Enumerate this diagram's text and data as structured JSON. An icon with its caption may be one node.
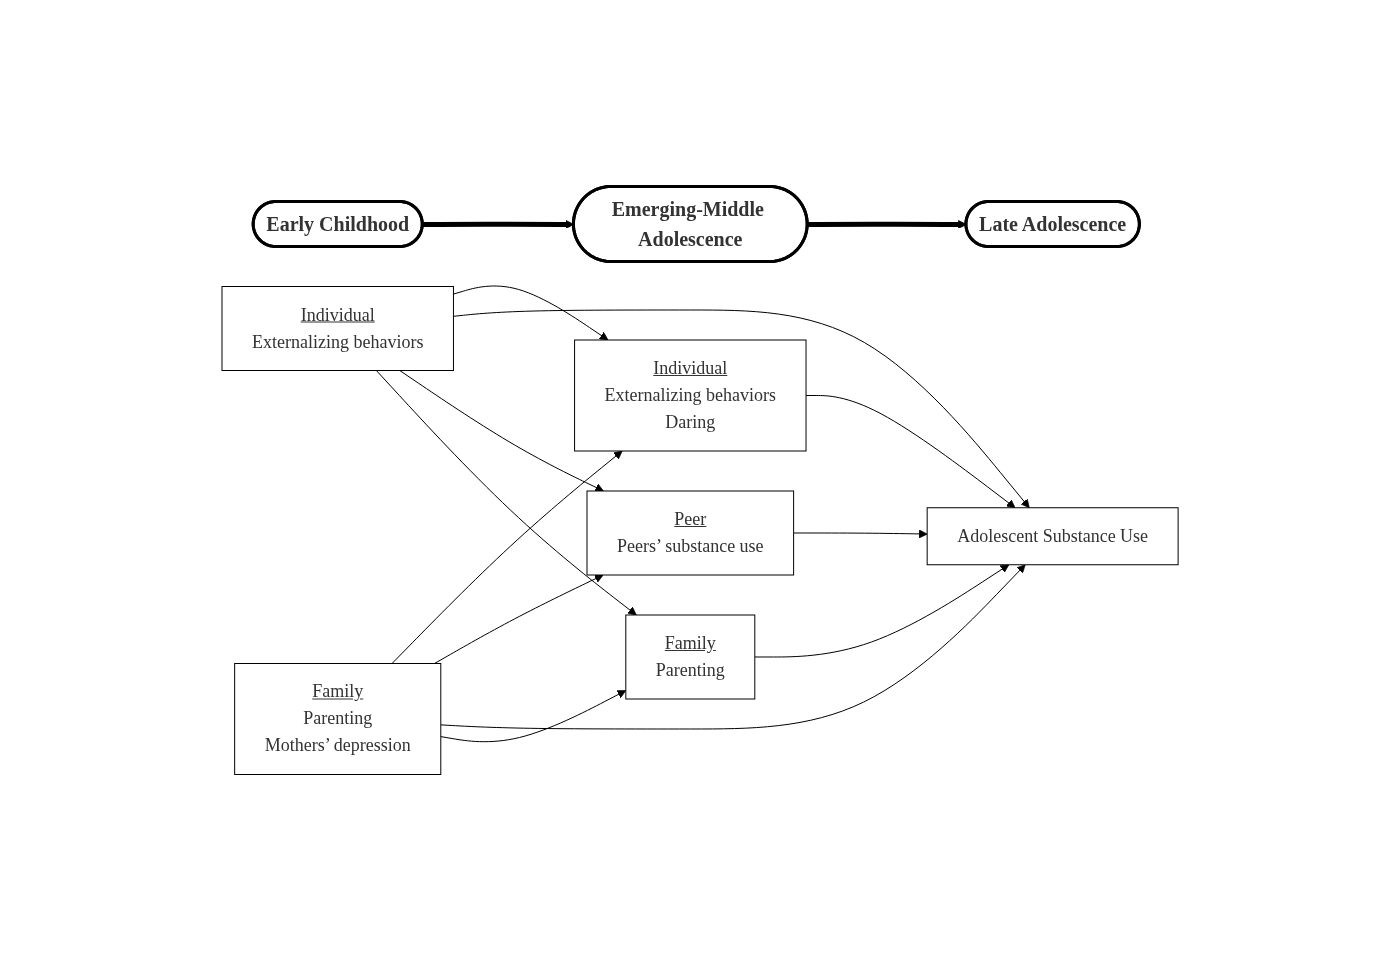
{
  "diagram": {
    "nodes": [
      {
        "text": [
          "Early Childhood"
        ]
      },
      {
        "text": [
          "Emerging-Middle Adolescence"
        ]
      },
      {
        "text": [
          "Late Adolescence"
        ]
      },
      {
        "text": [
          "Individual",
          "Externalizing behaviors"
        ]
      },
      {
        "text": [
          "Individual",
          "Externalizing behaviors",
          "Daring"
        ]
      },
      {
        "text": [
          "Peer",
          "Peers’ substance use"
        ]
      },
      {
        "text": [
          "Adolescent Substance Use"
        ]
      },
      {
        "text": [
          "Family",
          "Parenting",
          "Mothers’ depression"
        ]
      },
      {
        "text": [
          "Family",
          "Parenting"
        ]
      }
    ],
    "edges": [
      {
        "from": 0,
        "to": 1,
        "arrow": "to",
        "style": "thick"
      },
      {
        "from": 1,
        "to": 2,
        "arrow": "to",
        "style": "thick"
      },
      {
        "from": 3,
        "to": 4,
        "arrow": "to"
      },
      {
        "from": 3,
        "to": 6,
        "arrow": "to"
      },
      {
        "from": 3,
        "to": 5,
        "arrow": "to"
      },
      {
        "from": 3,
        "to": 8,
        "arrow": "to"
      },
      {
        "from": 7,
        "to": 4,
        "arrow": "to"
      },
      {
        "from": 7,
        "to": 5,
        "arrow": "to"
      },
      {
        "from": 7,
        "to": 6,
        "arrow": "to"
      },
      {
        "from": 7,
        "to": 8,
        "arrow": "to"
      },
      {
        "from": 4,
        "to": 6,
        "arrow": "to"
      },
      {
        "from": 5,
        "to": 6,
        "arrow": "to"
      },
      {
        "from": 8,
        "to": 6,
        "arrow": "to"
      }
    ]
  }
}
